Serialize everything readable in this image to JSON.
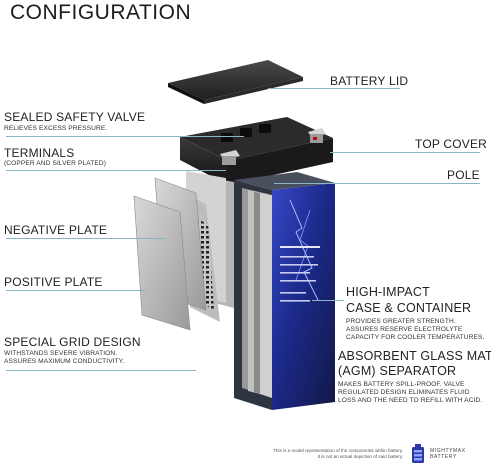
{
  "title": "CONFIGURATION",
  "labels": {
    "battery_lid": "BATTERY LID",
    "sealed_valve": "SEALED SAFETY VALVE",
    "sealed_valve_sub": "RELIEVES EXCESS PRESSURE.",
    "terminals": "TERMINALS",
    "terminals_sub": "(COPPER AND SILVER PLATED)",
    "top_cover": "TOP COVER",
    "pole": "POLE",
    "negative_plate": "NEGATIVE PLATE",
    "positive_plate": "POSITIVE PLATE",
    "high_impact_line1": "HIGH-IMPACT",
    "high_impact_line2": "CASE & CONTAINER",
    "high_impact_sub1": "PROVIDES GREATER STRENGTH.",
    "high_impact_sub2": "ASSURES RESERVE ELECTROLYTE",
    "high_impact_sub3": "CAPACITY FOR COOLER TEMPERATURES.",
    "grid_design": "SPECIAL GRID DESIGN",
    "grid_sub1": "WITHSTANDS SEVERE VIBRATION.",
    "grid_sub2": "ASSURES MAXIMUM CONDUCTIVITY.",
    "agm_line1": "ABSORBENT GLASS MAT",
    "agm_line2": "(AGM) SEPARATOR",
    "agm_sub1": "MAKES BATTERY SPILL-PROOF. VALVE",
    "agm_sub2": "REGULATED DESIGN ELIMINATES FLUID",
    "agm_sub3": "LOSS AND THE NEED TO REFILL WITH ACID."
  },
  "footnote": {
    "line1": "This is a model representation of the components within battery.",
    "line2": "It is not an actual depiction of said battery."
  },
  "brand": {
    "line1": "MIGHTYMAX",
    "line2": "BATTERY"
  },
  "colors": {
    "leader_line": "#8ab4c8",
    "case_blue": "#2a3aa8",
    "case_dark": "#1a1f3c",
    "plate_gray": "#b8b8b8"
  }
}
